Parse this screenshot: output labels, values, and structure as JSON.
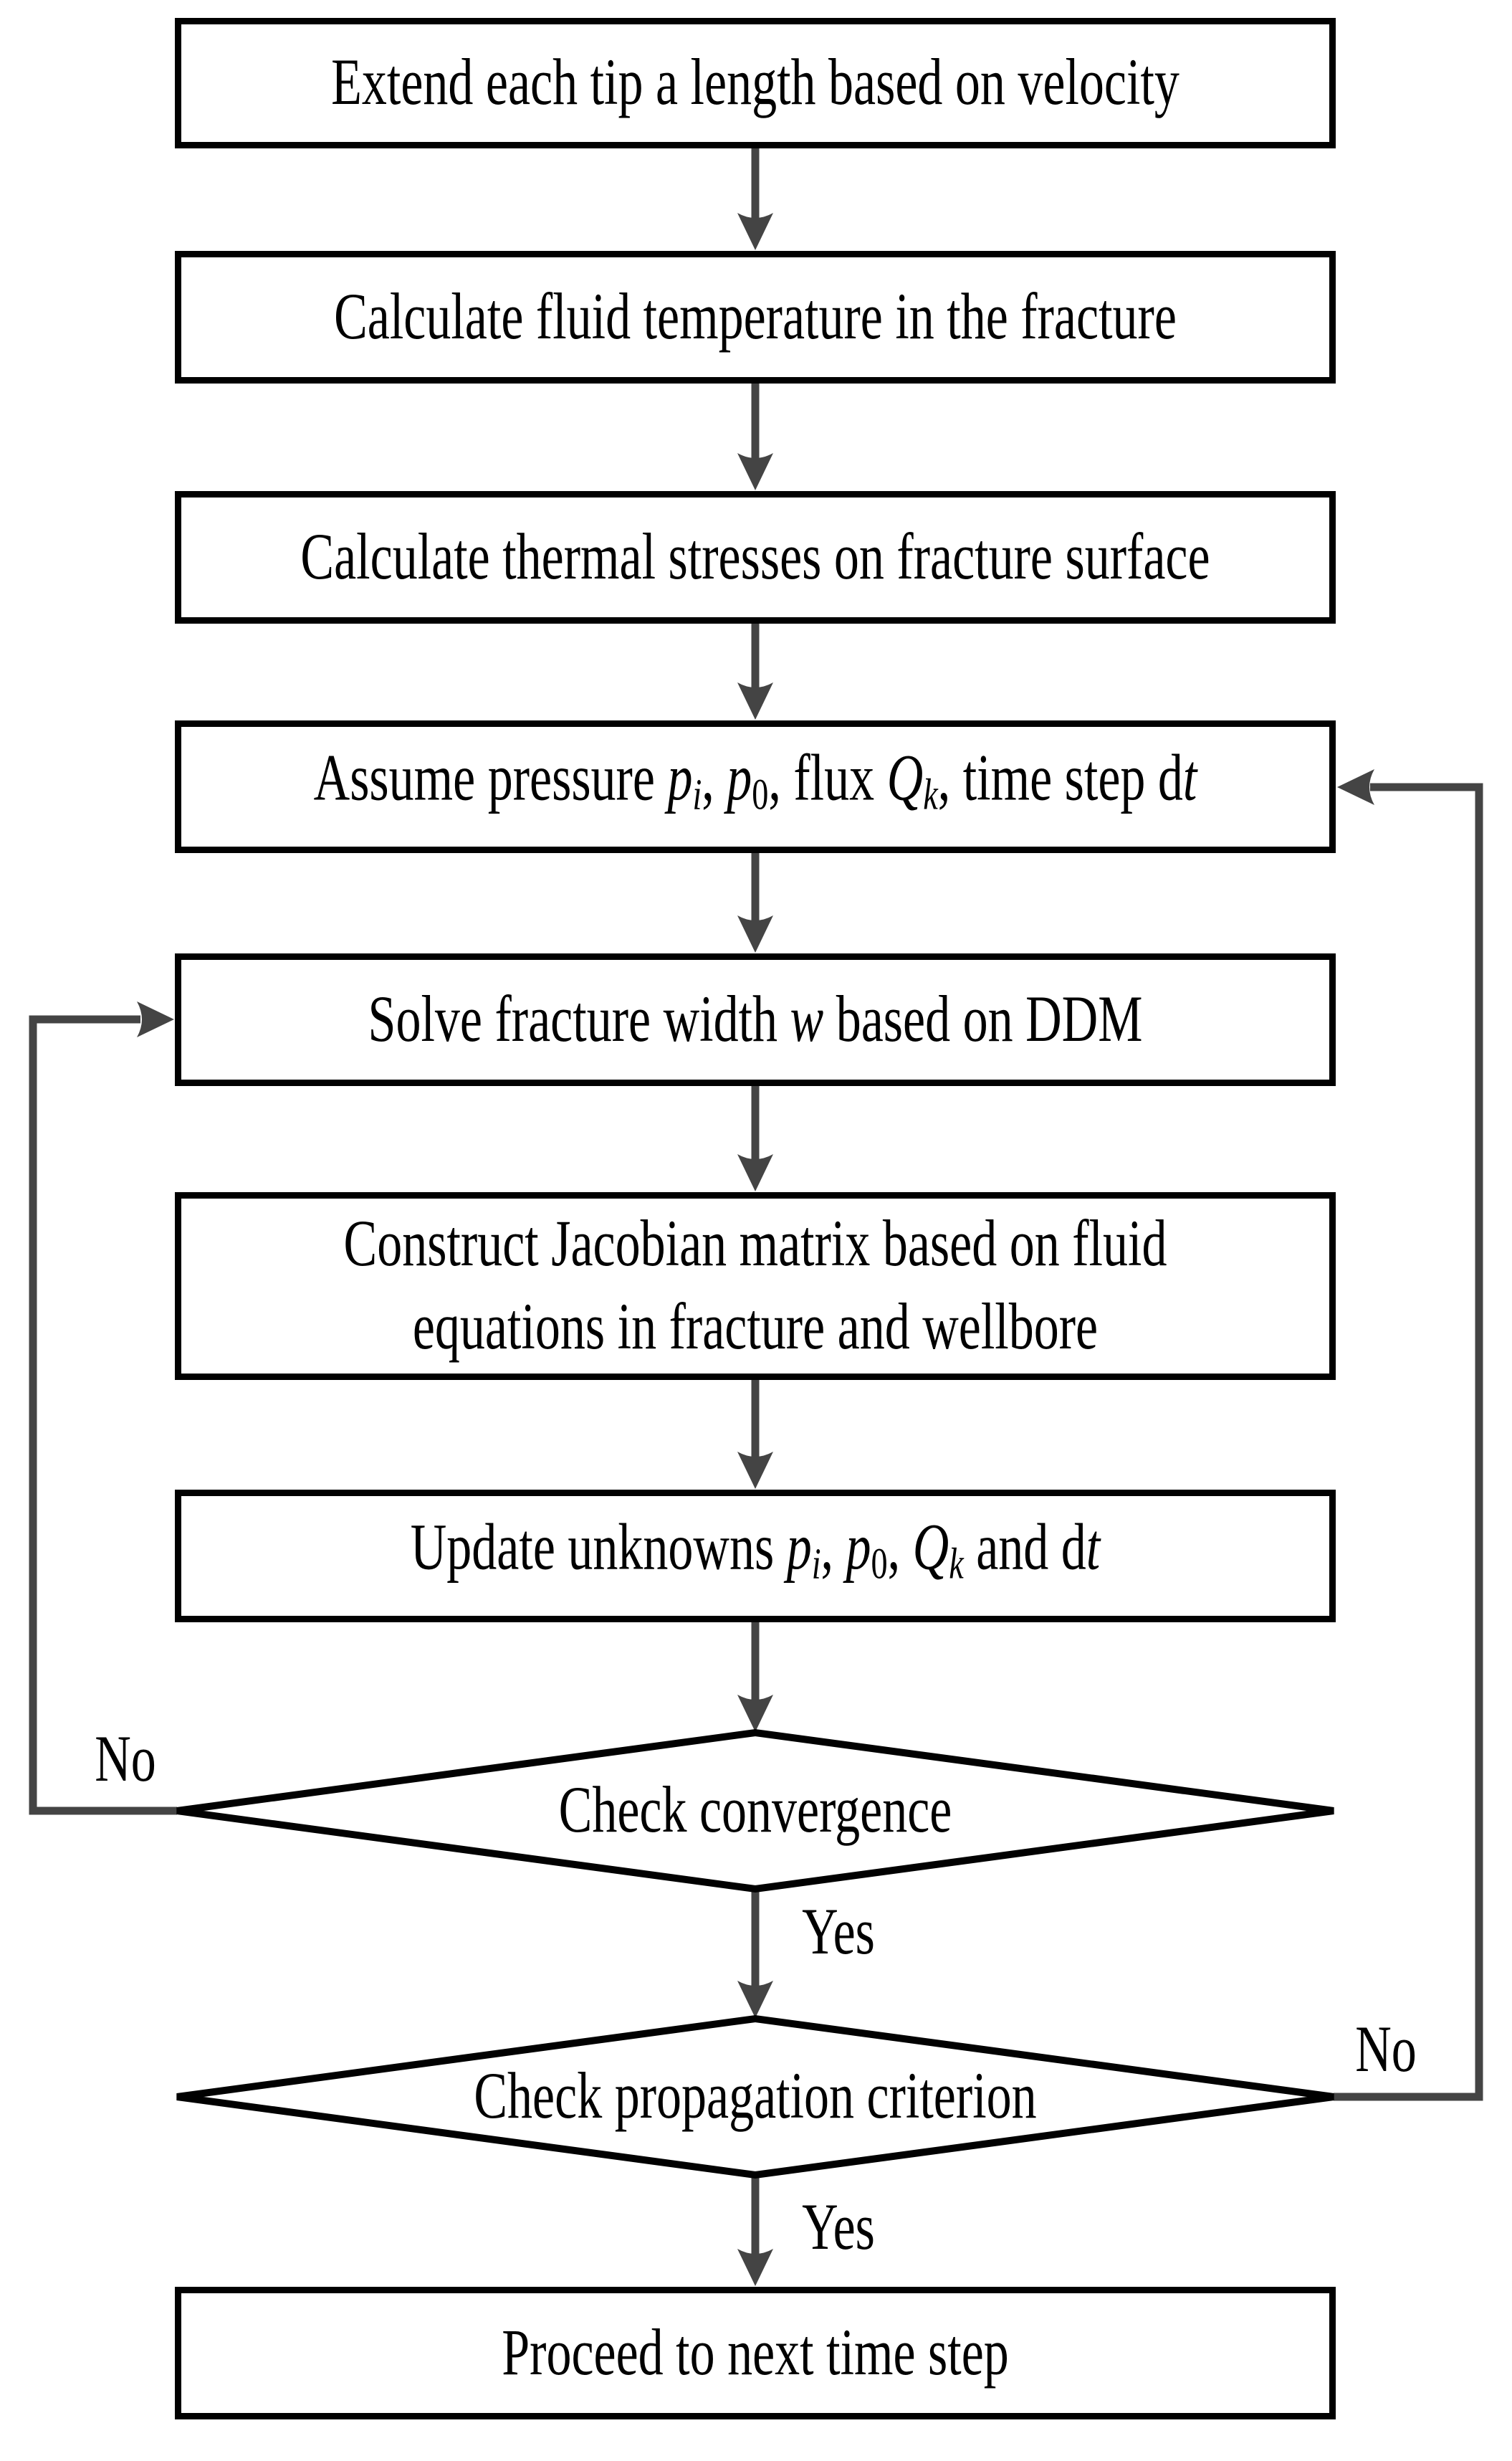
{
  "figure": {
    "type": "flowchart",
    "background": "#ffffff",
    "colors": {
      "node_border": "#010101",
      "node_fill": "#ffffff",
      "text": "#000000",
      "connector": "#444444"
    },
    "nodes": [
      {
        "id": "extend-tip",
        "shape": "process",
        "text": "Extend each tip a length based on velocity",
        "segments": [
          {
            "t": "Extend each tip a length based on velocity"
          }
        ]
      },
      {
        "id": "fluid-temperature",
        "shape": "process",
        "text": "Calculate fluid temperature in the fracture",
        "segments": [
          {
            "t": "Calculate fluid temperature in the fracture"
          }
        ]
      },
      {
        "id": "thermal-stresses",
        "shape": "process",
        "text": "Calculate thermal stresses on fracture surface",
        "segments": [
          {
            "t": "Calculate thermal stresses on fracture surface"
          }
        ]
      },
      {
        "id": "assume-pressure",
        "shape": "process",
        "text": "Assume pressure p_i, p_0, flux Q_k, time step dt",
        "segments": [
          {
            "t": "Assume pressure "
          },
          {
            "t": "p",
            "s": "i"
          },
          {
            "t": "i",
            "s": "subi"
          },
          {
            "t": ", "
          },
          {
            "t": "p",
            "s": "i"
          },
          {
            "t": "0",
            "s": "sub"
          },
          {
            "t": ", flux "
          },
          {
            "t": "Q",
            "s": "i"
          },
          {
            "t": "k",
            "s": "subi"
          },
          {
            "t": ", time step d"
          },
          {
            "t": "t",
            "s": "i"
          }
        ]
      },
      {
        "id": "solve-width",
        "shape": "process",
        "text": "Solve fracture width w based on DDM",
        "segments": [
          {
            "t": "Solve fracture width "
          },
          {
            "t": "w",
            "s": "i"
          },
          {
            "t": " based on DDM"
          }
        ]
      },
      {
        "id": "jacobian",
        "shape": "process",
        "text": "Construct Jacobian matrix based on fluid equations in fracture and wellbore",
        "segments": [
          {
            "t": "Construct Jacobian matrix based on fluid"
          },
          {
            "br": true
          },
          {
            "t": "equations in fracture and wellbore"
          }
        ]
      },
      {
        "id": "update-unknowns",
        "shape": "process",
        "text": "Update unknowns p_i, p_0, Q_k and dt",
        "segments": [
          {
            "t": "Update unknowns "
          },
          {
            "t": "p",
            "s": "i"
          },
          {
            "t": "i",
            "s": "subi"
          },
          {
            "t": ", "
          },
          {
            "t": "p",
            "s": "i"
          },
          {
            "t": "0",
            "s": "sub"
          },
          {
            "t": ", "
          },
          {
            "t": "Q",
            "s": "i"
          },
          {
            "t": "k",
            "s": "subi"
          },
          {
            "t": " and d"
          },
          {
            "t": "t",
            "s": "i"
          }
        ]
      },
      {
        "id": "check-convergence",
        "shape": "decision",
        "text": "Check convergence",
        "segments": [
          {
            "t": "Check convergence"
          }
        ]
      },
      {
        "id": "check-propagation",
        "shape": "decision",
        "text": "Check propagation criterion",
        "segments": [
          {
            "t": "Check propagation criterion"
          }
        ]
      },
      {
        "id": "proceed-next-step",
        "shape": "process",
        "text": "Proceed to next time step",
        "segments": [
          {
            "t": "Proceed to next time step"
          }
        ]
      }
    ],
    "edge_labels": {
      "convergence_no": "No",
      "convergence_yes": "Yes",
      "propagation_no": "No",
      "propagation_yes": "Yes"
    }
  }
}
